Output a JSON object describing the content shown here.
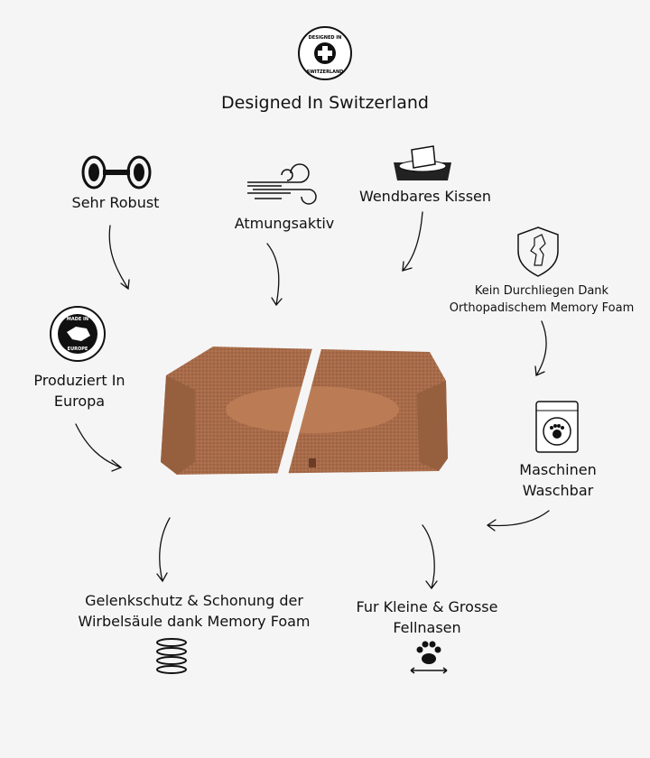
{
  "header": {
    "badge_top": "DESIGNED IN",
    "badge_bottom": "SWITZERLAND",
    "title": "Designed In Switzerland"
  },
  "features": {
    "robust": "Sehr Robust",
    "breathable": "Atmungsaktiv",
    "reversible": "Wendbares Kissen",
    "orthopedic_1": "Kein Durchliegen Dank",
    "orthopedic_2": "Orthopadischem Memory Foam",
    "europe_badge_top": "MADE IN",
    "europe_badge_bottom": "EUROPE",
    "europe_1": "Produziert In",
    "europe_2": "Europa",
    "washable_1": "Maschinen",
    "washable_2": "Waschbar",
    "joint_1": "Gelenkschutz & Schonung der",
    "joint_2": "Wirbelsäule dank Memory Foam",
    "size_1": "Fur Kleine & Grosse",
    "size_2": "Fellnasen"
  },
  "colors": {
    "bed": "#a86c4a",
    "background": "#f5f5f5"
  }
}
